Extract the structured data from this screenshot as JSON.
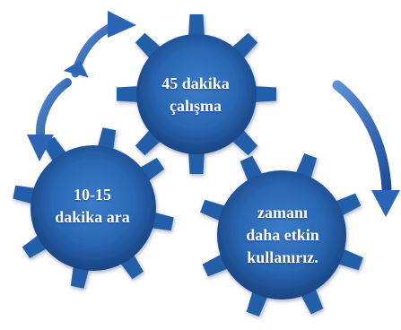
{
  "gears": {
    "top": {
      "line1": "45 dakika",
      "line2": "çalışma"
    },
    "left": {
      "line1": "10-15",
      "line2": "dakika ara"
    },
    "right": {
      "line1": "zamanı",
      "line2": "daha etkin",
      "line3": "kullanırız."
    }
  },
  "colors": {
    "gear_center": "#2f6fbe",
    "gear_mid": "#245ea8",
    "gear_edge": "#153c78",
    "arrow": "#2c64b6",
    "text": "#ffffff"
  },
  "arrows": [
    "arrow-top-left-curved",
    "arrow-left-curved",
    "arrow-right-curved"
  ]
}
